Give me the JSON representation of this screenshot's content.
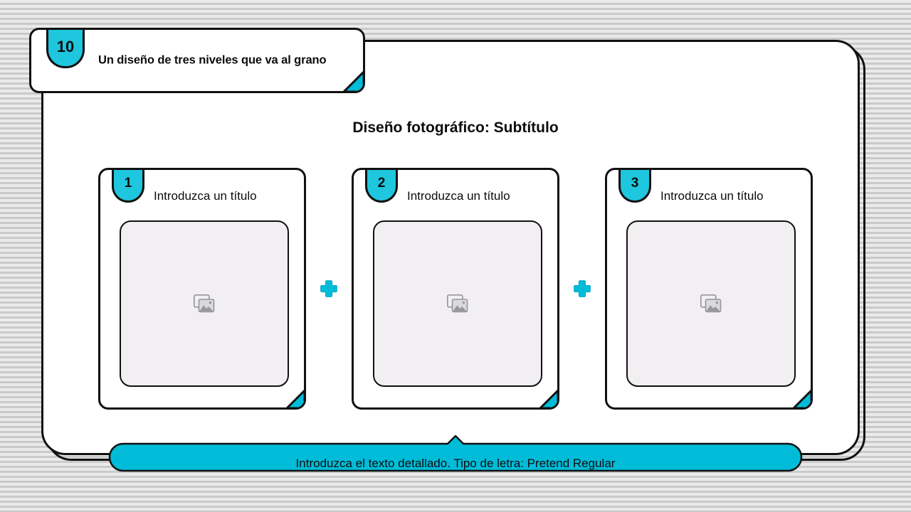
{
  "theme": {
    "accent_cyan": "#00bcd9",
    "badge_cyan": "#1ec6de",
    "outline": "#111111",
    "panel_bg": "#ffffff",
    "placeholder_bg": "#f1eff2",
    "stripe_light": "#eaeaea",
    "stripe_dark": "#cacaca"
  },
  "header": {
    "badge_number": "10",
    "title": "Un diseño de tres niveles que va al grano",
    "fold_icon": "page-fold-icon"
  },
  "subtitle": "Diseño fotográfico: Subtítulo",
  "cards": [
    {
      "badge_number": "1",
      "title": "Introduzca un título",
      "placeholder_icon": "image-placeholder-icon",
      "fold_icon": "page-fold-icon"
    },
    {
      "badge_number": "2",
      "title": "Introduzca un título",
      "placeholder_icon": "image-placeholder-icon",
      "fold_icon": "page-fold-icon"
    },
    {
      "badge_number": "3",
      "title": "Introduzca un título",
      "placeholder_icon": "image-placeholder-icon",
      "fold_icon": "page-fold-icon"
    }
  ],
  "connectors": [
    {
      "icon": "plus-icon"
    },
    {
      "icon": "plus-icon"
    }
  ],
  "banner": {
    "text": "Introduzca el texto detallado. Tipo de letra: Pretend Regular"
  }
}
